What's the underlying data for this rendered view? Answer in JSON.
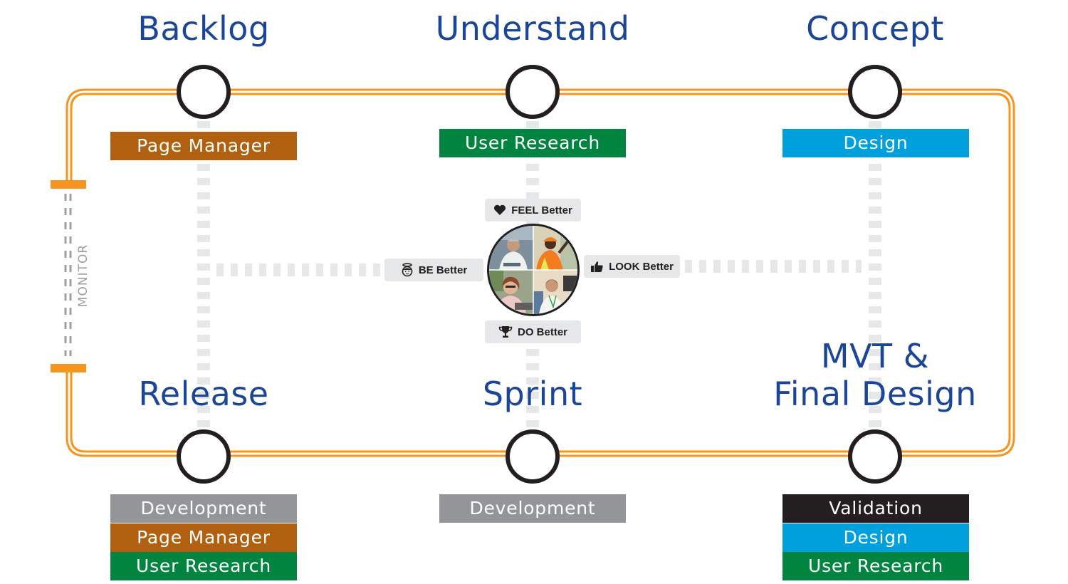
{
  "colors": {
    "loop": "#f7941d",
    "title": "#1b4597",
    "connector": "#e6e7e8",
    "station_ring": "#231f20",
    "monitor": "#9d9fa2"
  },
  "roles": {
    "page_manager": {
      "label": "Page Manager",
      "color": "#b1600f"
    },
    "user_research": {
      "label": "User Research",
      "color": "#008440"
    },
    "design": {
      "label": "Design",
      "color": "#00a0dc"
    },
    "development": {
      "label": "Development",
      "color": "#939598"
    },
    "validation": {
      "label": "Validation",
      "color": "#231f20"
    }
  },
  "stages": [
    {
      "id": "backlog",
      "title": "Backlog",
      "tags": [
        "Page Manager"
      ]
    },
    {
      "id": "understand",
      "title": "Understand",
      "tags": [
        "User Research"
      ]
    },
    {
      "id": "concept",
      "title": "Concept",
      "tags": [
        "Design"
      ]
    },
    {
      "id": "release",
      "title": "Release",
      "tags": [
        "Development",
        "Page Manager",
        "User Research"
      ]
    },
    {
      "id": "sprint",
      "title": "Sprint",
      "tags": [
        "Development"
      ]
    },
    {
      "id": "mvt",
      "title_line1": "MVT &",
      "title_line2": "Final Design",
      "tags": [
        "Validation",
        "Design",
        "User Research"
      ]
    }
  ],
  "monitor": {
    "label": "MONITOR"
  },
  "center": {
    "feel": {
      "label": "FEEL Better",
      "icon": "heart-icon"
    },
    "be": {
      "label": "BE Better",
      "icon": "angel-face-icon"
    },
    "look": {
      "label": "LOOK Better",
      "icon": "thumbs-up-icon"
    },
    "do": {
      "label": "DO Better",
      "icon": "trophy-icon"
    },
    "photo": {
      "quadrants": [
        "scientist in lab coat",
        "worker in hard hat",
        "woman with glasses at laptop",
        "man at computer desk"
      ]
    }
  }
}
